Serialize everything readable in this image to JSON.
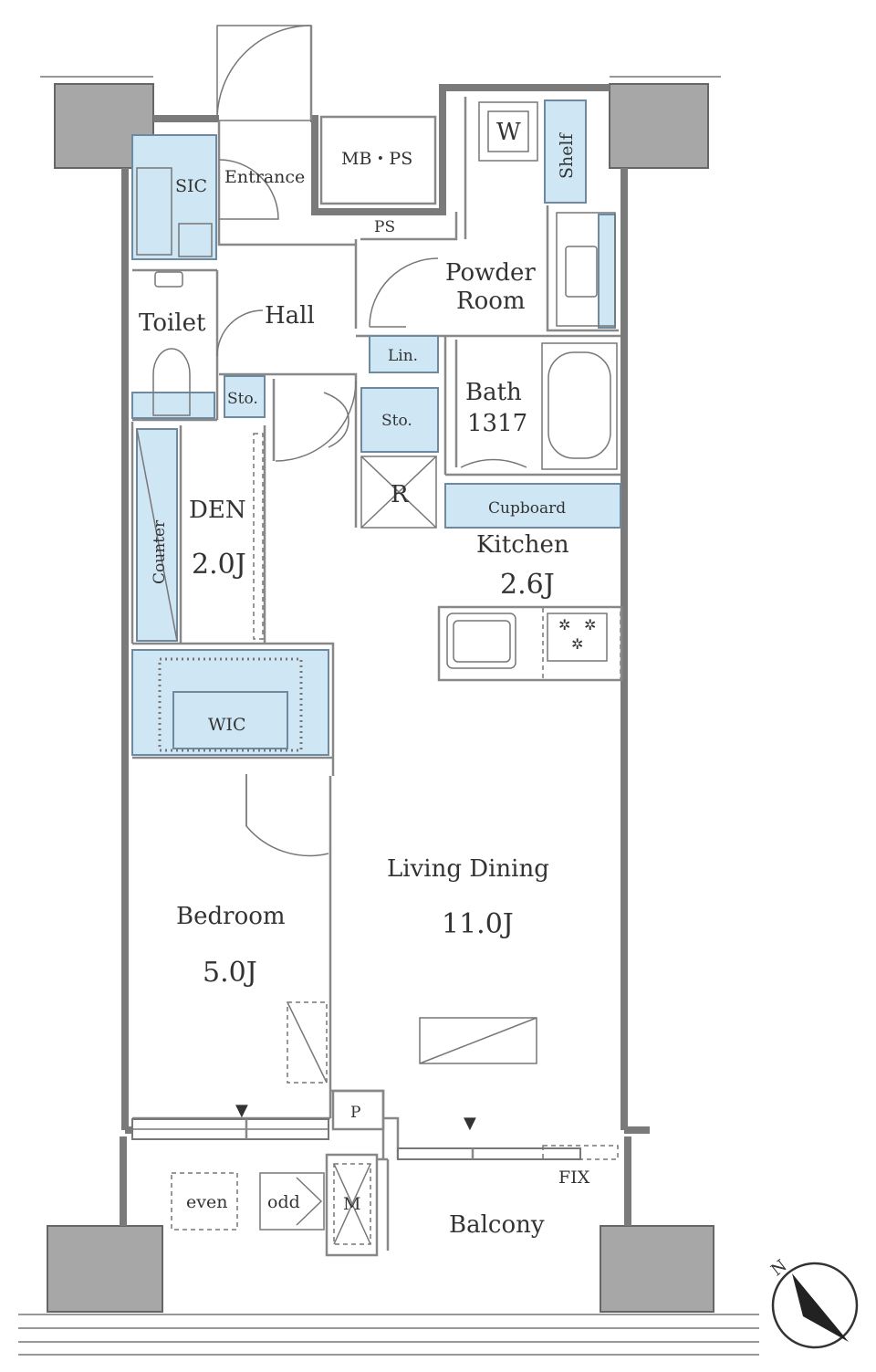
{
  "rooms": {
    "entrance": "Entrance",
    "sic": "SIC",
    "mb_ps": "MB・PS",
    "ps": "PS",
    "washer": "W",
    "shelf": "Shelf",
    "powder_room_line1": "Powder",
    "powder_room_line2": "Room",
    "toilet": "Toilet",
    "hall": "Hall",
    "linen": "Lin.",
    "storage_left": "Sto.",
    "storage_center": "Sto.",
    "bath": "Bath",
    "bath_size": "1317",
    "refrigerator": "R",
    "cupboard": "Cupboard",
    "kitchen": "Kitchen",
    "kitchen_area": "2.6J",
    "den": "DEN",
    "den_area": "2.0J",
    "counter": "Counter",
    "wic": "WIC",
    "living_dining": "Living Dining",
    "living_dining_area": "11.0J",
    "bedroom": "Bedroom",
    "bedroom_area": "5.0J",
    "pipe": "P",
    "fix": "FIX",
    "even": "even",
    "odd": "odd",
    "meter": "M",
    "balcony": "Balcony"
  },
  "compass": {
    "north": "N"
  },
  "colors": {
    "storage_fill": "#cfe6f5",
    "wall": "#7a7a7a",
    "pillar": "#a7a7a7"
  }
}
